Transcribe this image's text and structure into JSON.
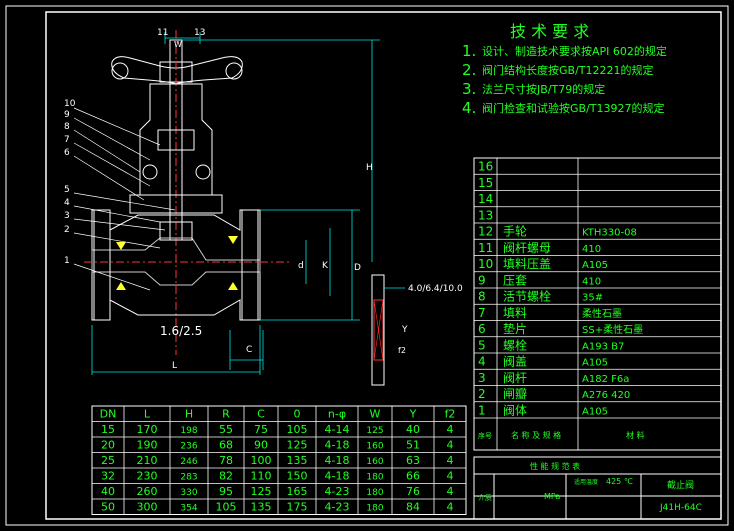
{
  "requirements": {
    "title": "技  术  要  求",
    "items": [
      {
        "num": "1.",
        "text": "设计、制造技术要求按API 602的规定"
      },
      {
        "num": "2.",
        "text": "阀门结构长度按GB/T12221的规定"
      },
      {
        "num": "3.",
        "text": "法兰尺寸按JB/T79的规定"
      },
      {
        "num": "4.",
        "text": "阀门检查和试验按GB/T13927的规定"
      }
    ]
  },
  "callouts": {
    "top_w": "11",
    "top_w2": "W",
    "top_13": "13",
    "left": [
      "10",
      "9",
      "8",
      "7",
      "6",
      "5",
      "4",
      "3",
      "2",
      "1"
    ],
    "H": "H",
    "D": "D",
    "K": "K",
    "d": "d",
    "C": "C",
    "L": "L",
    "Y": "Y",
    "f2": "f2",
    "roughness": "1.6/2.5",
    "flange_note": "4.0/6.4/10.0"
  },
  "parts": {
    "rows": [
      {
        "no": "16",
        "name": "",
        "material": ""
      },
      {
        "no": "15",
        "name": "",
        "material": ""
      },
      {
        "no": "14",
        "name": "",
        "material": ""
      },
      {
        "no": "13",
        "name": "",
        "material": ""
      },
      {
        "no": "12",
        "name": "手轮",
        "material": "KTH330-08"
      },
      {
        "no": "11",
        "name": "阀杆螺母",
        "material": "410"
      },
      {
        "no": "10",
        "name": "填料压盖",
        "material": "A105"
      },
      {
        "no": "9",
        "name": "压套",
        "material": "410"
      },
      {
        "no": "8",
        "name": "活节螺栓",
        "material": "35#"
      },
      {
        "no": "7",
        "name": "填料",
        "material": "柔性石墨"
      },
      {
        "no": "6",
        "name": "垫片",
        "material": "SS+柔性石墨"
      },
      {
        "no": "5",
        "name": "螺栓",
        "material": "A193 B7"
      },
      {
        "no": "4",
        "name": "阀盖",
        "material": "A105"
      },
      {
        "no": "3",
        "name": "阀杆",
        "material": "A182 F6a"
      },
      {
        "no": "2",
        "name": "闸瓣",
        "material": "A276 420"
      },
      {
        "no": "1",
        "name": "阀体",
        "material": "A105"
      }
    ],
    "header_no": "序号",
    "header_name": "名  称  及  规  格",
    "header_material": "材      料"
  },
  "dimensions": {
    "headers": [
      "DN",
      "L",
      "H",
      "R",
      "C",
      "0",
      "n-φ",
      "W",
      "Y",
      "f2"
    ],
    "rows": [
      [
        "15",
        "170",
        "198",
        "55",
        "75",
        "105",
        "4-14",
        "125",
        "40",
        "4"
      ],
      [
        "20",
        "190",
        "236",
        "68",
        "90",
        "125",
        "4-18",
        "160",
        "51",
        "4"
      ],
      [
        "25",
        "210",
        "246",
        "78",
        "100",
        "135",
        "4-18",
        "160",
        "63",
        "4"
      ],
      [
        "32",
        "230",
        "283",
        "82",
        "110",
        "150",
        "4-18",
        "180",
        "66",
        "4"
      ],
      [
        "40",
        "260",
        "330",
        "95",
        "125",
        "165",
        "4-23",
        "180",
        "76",
        "4"
      ],
      [
        "50",
        "300",
        "354",
        "105",
        "135",
        "175",
        "4-23",
        "180",
        "84",
        "4"
      ]
    ]
  },
  "title_block": {
    "perf": "性  能  规  范  表",
    "temp_label": "适用温度",
    "temp_value": "425 ℃",
    "pressure_unit": "MPa",
    "medium_label": "介质",
    "name": "截止阀",
    "model": "J41H-64C"
  },
  "colors": {
    "background": "#000000",
    "frame": "#ffffff",
    "text": "#22ff22",
    "highlight": "#ffff33",
    "dimension": "#00e5e5",
    "hatch": "#ff3333"
  }
}
